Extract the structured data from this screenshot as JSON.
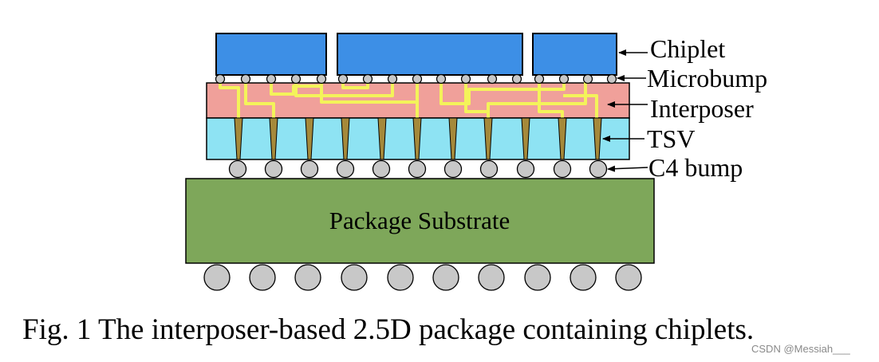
{
  "labels": {
    "chiplet": "Chiplet",
    "microbump": "Microbump",
    "interposer": "Interposer",
    "tsv": "TSV",
    "c4_bump": "C4 bump"
  },
  "substrate_label": "Package Substrate",
  "caption": "Fig. 1 The interposer-based 2.5D package containing chiplets.",
  "watermark": "CSDN @Messiah___",
  "colors": {
    "chiplet": "#3d8fe6",
    "interposer": "#f0a09a",
    "tsv_layer": "#8ee3f3",
    "tsv": "#a5893a",
    "substrate": "#7ea75a",
    "bump": "#c8c8c8",
    "wire": "#f4f35a"
  }
}
